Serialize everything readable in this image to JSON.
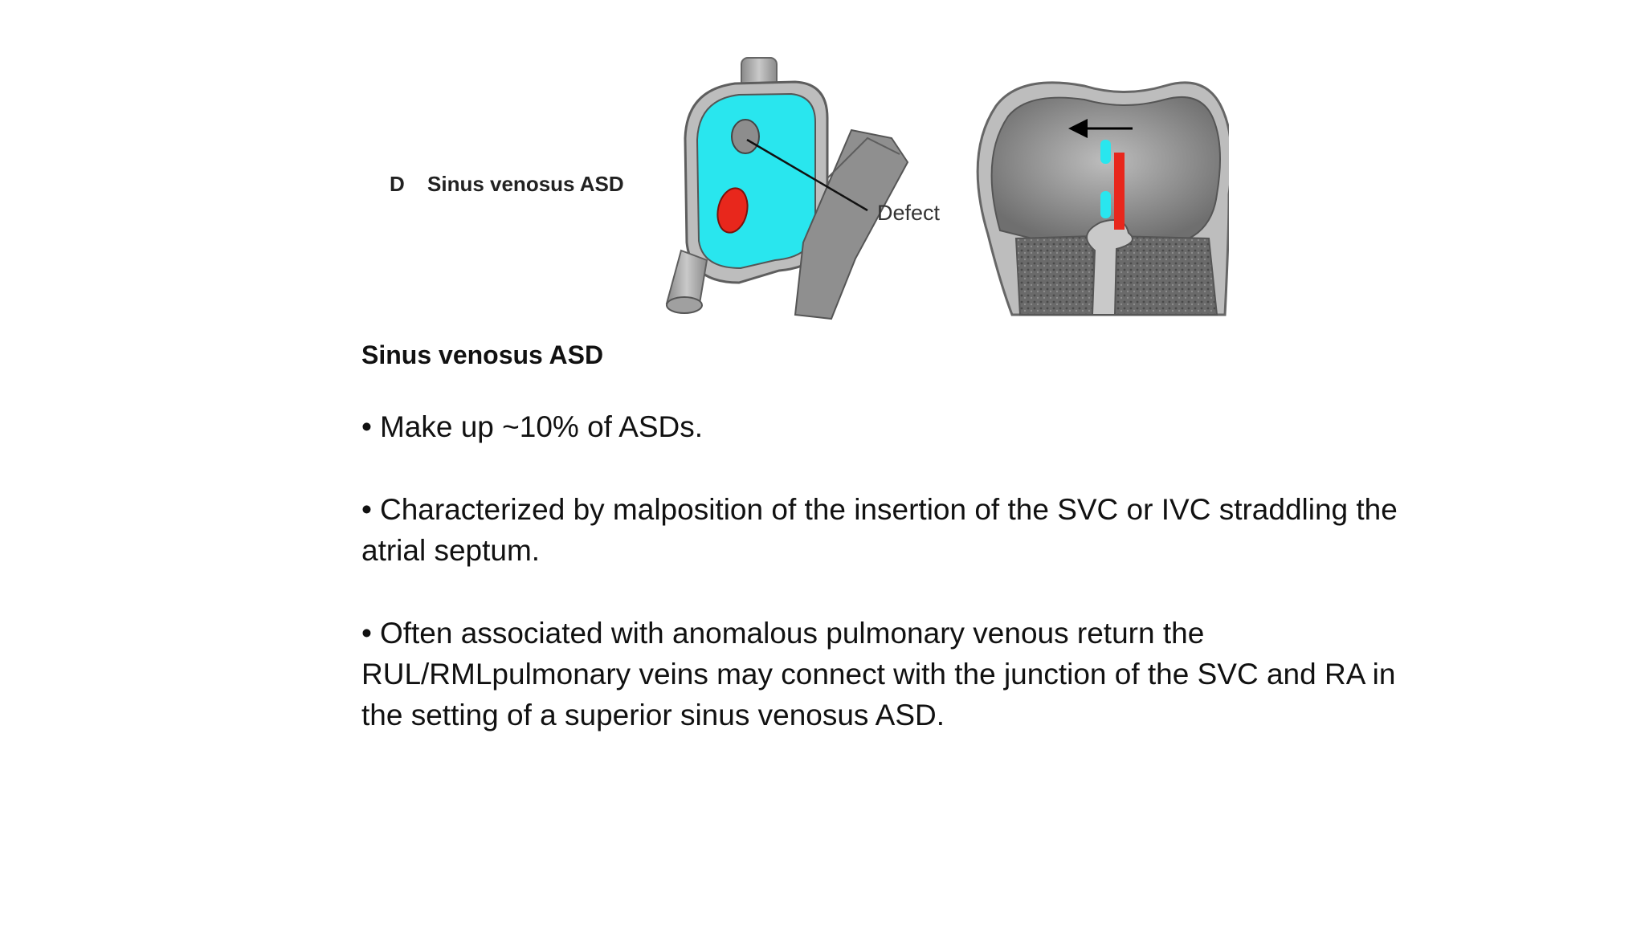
{
  "figure": {
    "letter": "D",
    "title": "Sinus venosus ASD",
    "defect_label": "Defect",
    "colors": {
      "cyan": "#29e6ee",
      "red": "#e8271c",
      "gray_dark": "#7a7a7a",
      "gray_mid": "#a8a8a8",
      "gray_light": "#cfcfcf"
    }
  },
  "content": {
    "heading": "Sinus venosus ASD",
    "bullets": [
      {
        "marker": "•",
        "text": "Make up ~10% of ASDs."
      },
      {
        "marker": "•",
        "text": "Characterized by malposition of the insertion of the SVC or IVC straddling the atrial septum."
      },
      {
        "marker": "•",
        "text": "Often associated with anomalous pulmonary venous return  the RUL/RMLpulmonary veins may connect with the junction of the SVC and RA in the setting of a superior sinus venosus ASD."
      }
    ]
  }
}
